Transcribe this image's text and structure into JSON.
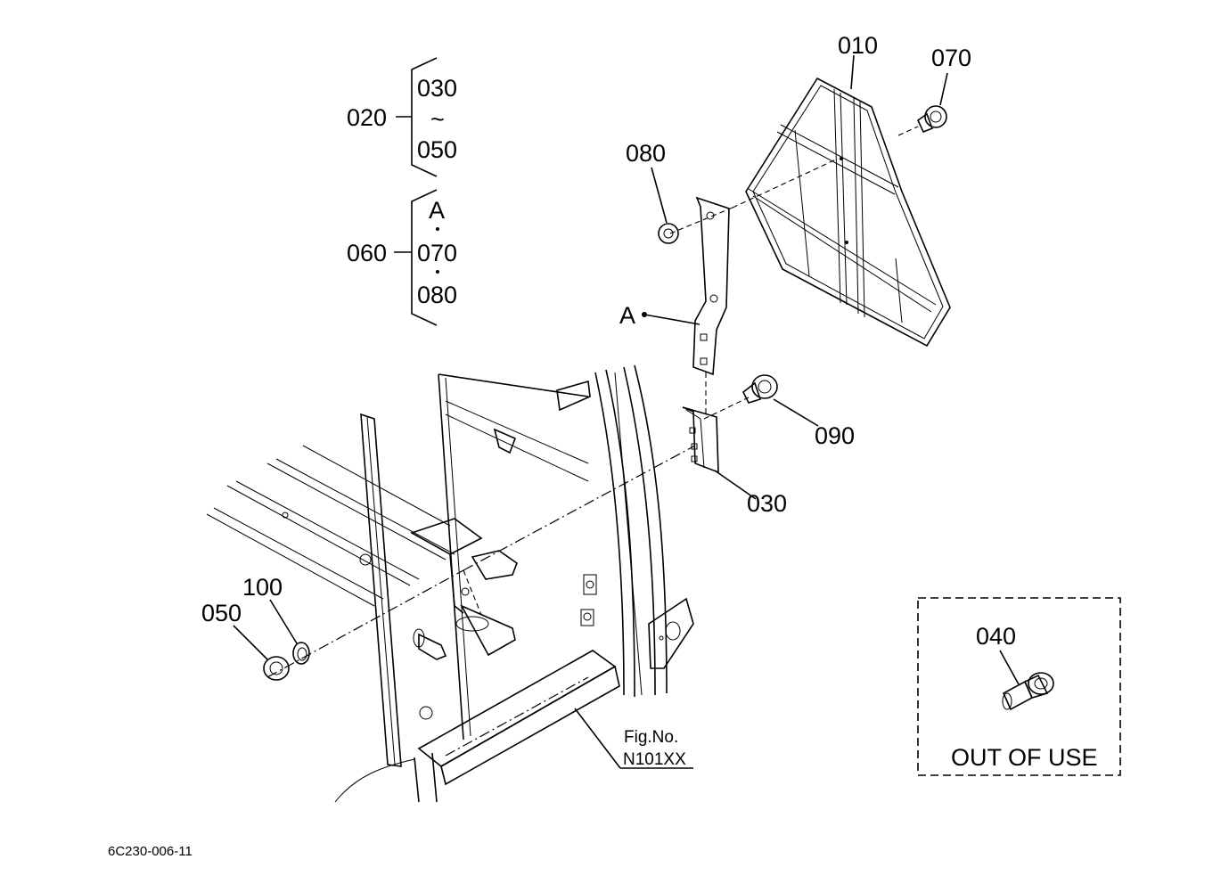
{
  "labels": {
    "p010": "010",
    "p020": "020",
    "p030a": "030",
    "tilde": "~",
    "p050a": "050",
    "p060": "060",
    "refA1": "A",
    "p070a": "070",
    "p080a": "080",
    "p080b": "080",
    "p070b": "070",
    "refA2": "A",
    "p090": "090",
    "p030b": "030",
    "p100": "100",
    "p050b": "050",
    "p040": "040",
    "out_of_use": "OUT OF USE",
    "fig_no": "Fig.No.",
    "fig_ref": "N101XX",
    "drawing_code": "6C230-006-11"
  }
}
